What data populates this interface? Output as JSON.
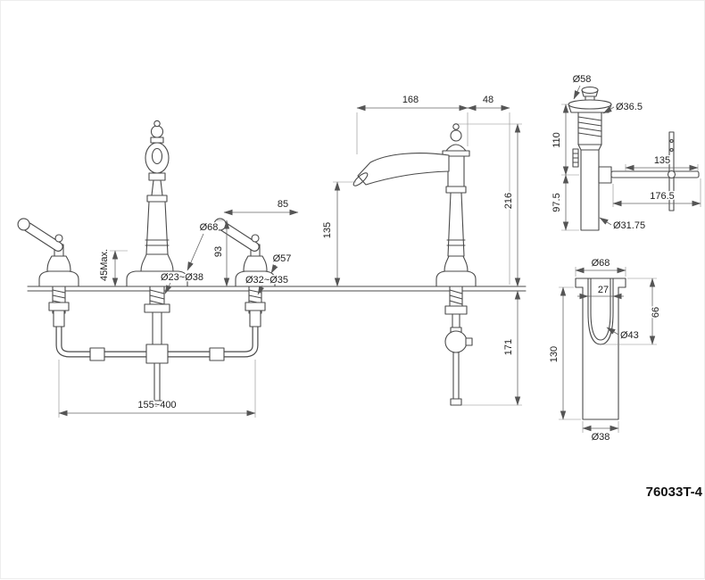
{
  "meta": {
    "model": "76033T-4"
  },
  "views": {
    "front": {
      "dims": {
        "lever_length": "85",
        "spout_escutcheon_dia": "Ø68",
        "handle_height": "93",
        "deck_thickness_max": "45Max.",
        "handle_escutcheon_dia": "Ø57",
        "spout_hole_dia": "Ø23~Ø38",
        "handle_hole_dia": "Ø32~Ø35",
        "handle_spread": "155~400"
      }
    },
    "side": {
      "dims": {
        "spout_reach": "168",
        "rear_offset": "48",
        "outlet_height": "135",
        "overall_height": "216",
        "under_deck_depth": "171"
      }
    },
    "drain": {
      "dims": {
        "flange_dia": "Ø58",
        "body_dia": "Ø36.5",
        "upper_length": "110",
        "lower_length": "97.5",
        "rod_length": "135",
        "rod_overall_length": "176.5",
        "tailpiece_dia": "Ø31.75"
      }
    },
    "waste": {
      "dims": {
        "flange_dia": "Ø68",
        "inner_opening": "27",
        "cup_depth": "66",
        "cup_dia": "Ø43",
        "body_length": "130",
        "outlet_dia": "Ø38"
      }
    }
  }
}
